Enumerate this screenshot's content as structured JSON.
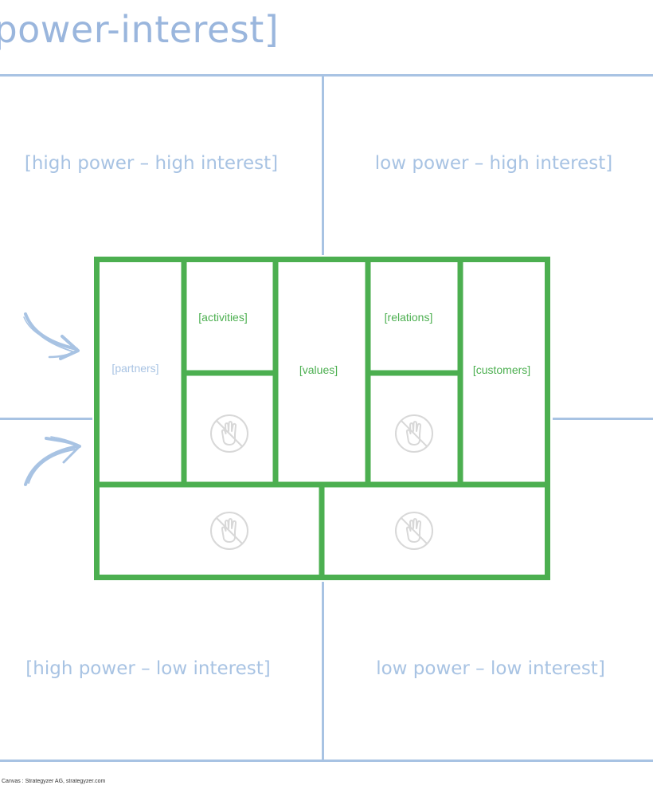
{
  "title": "[power-interest]",
  "quadrants": {
    "top_left": "[high power – high interest]",
    "top_right": "low power – high interest]",
    "bottom_left": "[high power – low interest]",
    "bottom_right": "low power – low interest]"
  },
  "canvas": {
    "partners": "[partners]",
    "activities": "[activities]",
    "values": "[values]",
    "relations": "[relations]",
    "customers": "[customers]",
    "blocked_icon": "no-hand-icon"
  },
  "credit": "Canvas : Strategyzer AG, strategyzer.com",
  "colors": {
    "grid_lines": "#a8c3e3",
    "canvas_border": "#4caf50",
    "title": "#9ab6dd",
    "blocked_icon": "#d8d8d8"
  }
}
